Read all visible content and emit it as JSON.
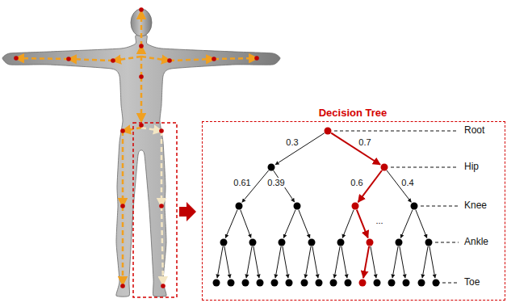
{
  "diagram": {
    "nodes": [
      {
        "text": [
          "Decision Tree"
        ]
      }
    ],
    "labels": [
      "0.3",
      "0.7",
      "0.61",
      "0.39",
      "0.6",
      "0.4",
      "...",
      "Root",
      "Hip",
      "Knee",
      "Ankle",
      "Toe"
    ]
  }
}
